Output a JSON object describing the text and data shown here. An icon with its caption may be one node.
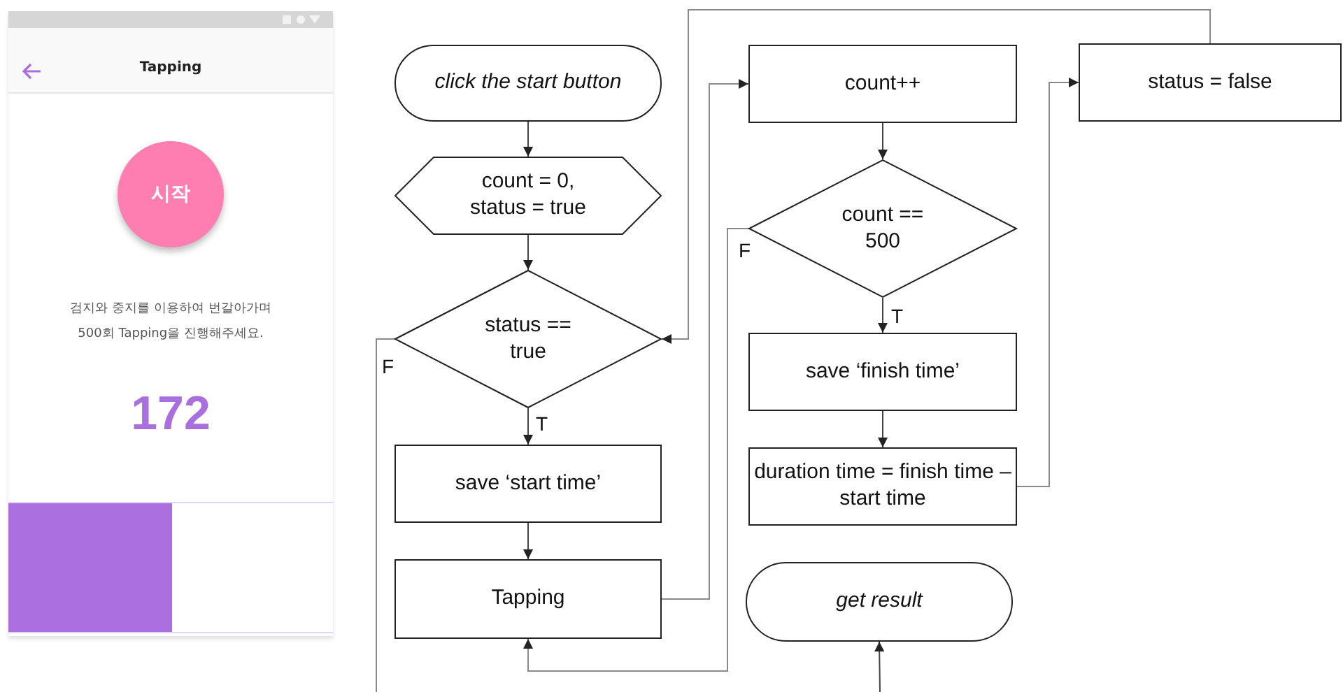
{
  "diagram": {
    "nodes": [
      {
        "text": [
          "Tapping",
          "검지와 중지를 이용하여 번갈아가며 500회 Tapping을 진행해주세요.",
          "172"
        ]
      },
      {
        "text": [
          "시작"
        ],
        "in": 0
      },
      {
        "text": [
          "*click the start button*"
        ]
      },
      {
        "text": [
          "count = 0, status = true"
        ]
      },
      {
        "text": [
          "status == true"
        ]
      },
      {
        "text": [
          "save ‘start time’"
        ]
      },
      {
        "text": [
          "Tapping"
        ]
      },
      {
        "text": [
          "count++"
        ]
      },
      {
        "text": [
          "count == 500"
        ]
      },
      {
        "text": [
          "save ‘finish time’"
        ]
      },
      {
        "text": [
          "duration time = finish time – start time"
        ]
      },
      {
        "text": [
          "status = false"
        ]
      },
      {
        "text": [
          "*get result*"
        ]
      }
    ],
    "edges": [
      {
        "from": 2,
        "to": 3,
        "arrow": "to"
      },
      {
        "from": 3,
        "to": 4,
        "arrow": "to"
      },
      {
        "from": 4,
        "to": 5,
        "arrow": "to",
        "label": "T"
      },
      {
        "from": 5,
        "to": 6,
        "arrow": "to"
      },
      {
        "from": 6,
        "to": 7,
        "arrow": "to"
      },
      {
        "from": 7,
        "to": 8,
        "arrow": "to"
      },
      {
        "from": 8,
        "to": 9,
        "arrow": "to",
        "label": "T"
      },
      {
        "from": 9,
        "to": 10,
        "arrow": "to"
      },
      {
        "from": 10,
        "to": 11,
        "arrow": "to"
      },
      {
        "from": 11,
        "to": 4,
        "arrow": "to"
      },
      {
        "from": 8,
        "to": 6,
        "arrow": "to",
        "label": "F"
      },
      {
        "from": 4,
        "to": null,
        "arrow": "none",
        "label": "F"
      },
      {
        "from": null,
        "to": 12,
        "arrow": "to"
      }
    ]
  }
}
